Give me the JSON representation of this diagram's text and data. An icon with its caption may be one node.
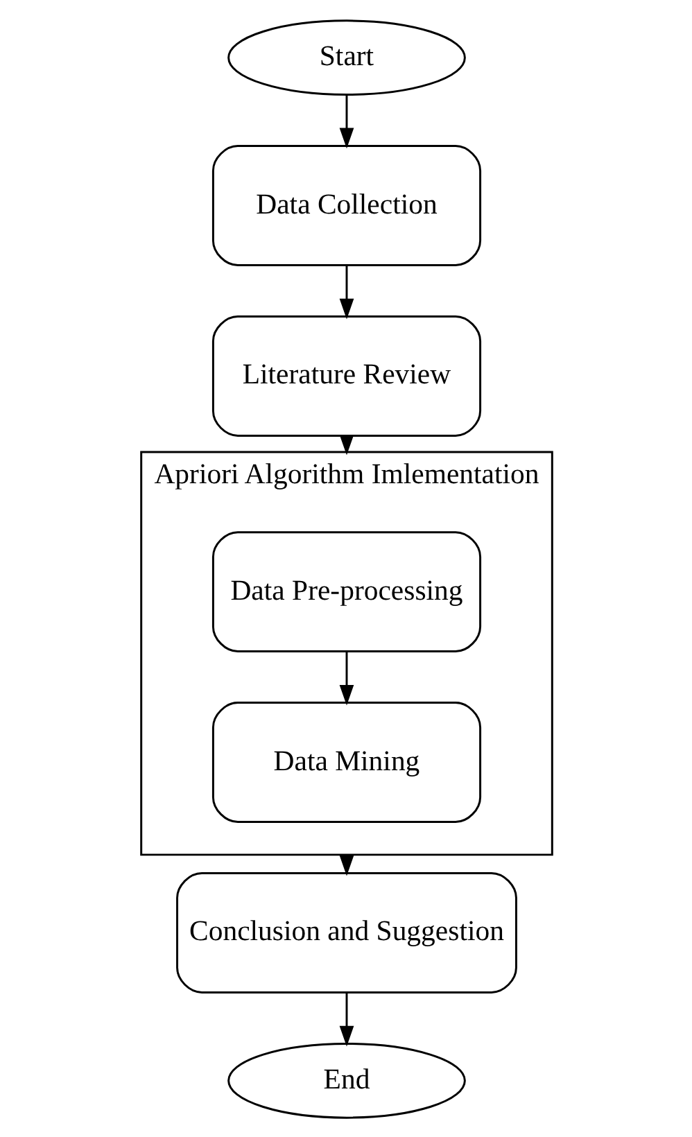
{
  "diagram": {
    "nodes": [
      {
        "text": [
          "Start"
        ]
      },
      {
        "text": [
          "Data Collection"
        ]
      },
      {
        "text": [
          "Literature Review"
        ]
      },
      {
        "text": [
          "Apriori Algorithm Imlementation"
        ]
      },
      {
        "text": [
          "Data Pre-processing"
        ],
        "in": 3
      },
      {
        "text": [
          "Data Mining"
        ],
        "in": 3
      },
      {
        "text": [
          "Conclusion and Suggestion"
        ]
      },
      {
        "text": [
          "End"
        ]
      }
    ],
    "edges": [
      {
        "from": 0,
        "to": 1,
        "arrow": "to"
      },
      {
        "from": 1,
        "to": 2,
        "arrow": "to"
      },
      {
        "from": 2,
        "to": 3,
        "arrow": "to"
      },
      {
        "from": 4,
        "to": 5,
        "arrow": "to"
      },
      {
        "from": 3,
        "to": 6,
        "arrow": "to"
      },
      {
        "from": 6,
        "to": 7,
        "arrow": "to"
      }
    ]
  }
}
